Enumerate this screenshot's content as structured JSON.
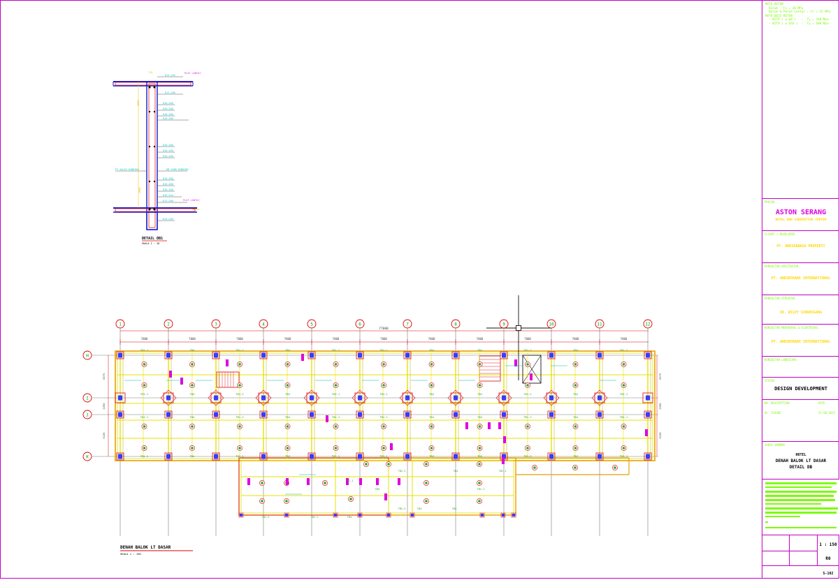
{
  "notes": {
    "line1": "MUTU BETON  :",
    "line2": "  Kolom : Fc = 30 MPa",
    "line3": "  Balok & Pelat Lantai : Fc = 25 MPa",
    "line4": "MUTU BESI BETON   :",
    "line5": "  - BJTP ( ≤ ø8 )   :  fy = 240 Mpa",
    "line6": "  - BJTD ( ≥ D10 )  :  fy = 400 Mpa"
  },
  "title_block": {
    "project_label": "PROYEK",
    "project_name": "ASTON SERANG",
    "project_sub": "HOTEL AND CONVENTION CENTER",
    "client_label": "CLIENT / DEVELOPER",
    "client_name": "PT. ANDIKABAGA PROPERTI",
    "architect_label": "KONSULTAN ARSITEKTUR",
    "architect_name": "PT. ANDIKPRAKE INTERNATIONAL",
    "structure_label": "KONSULTAN STRUKTUR",
    "structure_name": "IR. WILEY SINURIGANG",
    "mep_label": "KONSULTAN MEKANIKAL & ELEKTRIKAL",
    "mep_name": "PT. ANDIKPRAKE INTERNATIONAL",
    "landscape_label": "KONSULTAN LANDSCAPE",
    "status_label": "STATUS",
    "status_value": "DESIGN DEVELOPMENT",
    "rev_no_label": "NO",
    "rev_desc_label": "DESCRIPTION",
    "rev_date_label": "DATE",
    "rev_no": "01",
    "rev_desc": "ISSUED",
    "rev_date": "21-08-2015",
    "drawing_title_label": "JUDUL GAMBAR",
    "drawing_title_1": "HOTEL",
    "drawing_title_2": "DENAH BALOK LT DASAR",
    "drawing_title_3": "DETAIL DB",
    "scale_value": "1 : 150",
    "rev_code": "R0",
    "sheet_no": "S-102"
  },
  "detail": {
    "title": "DETAIL DB1",
    "scale": "SKALA  1 : 20"
  },
  "plan": {
    "title": "DENAH BALOK LT DASAR",
    "scale": "SKALA  1 : 150",
    "overall_dim": "77000",
    "bay_dims": [
      "7000",
      "7000",
      "7000",
      "7000",
      "7000",
      "7000",
      "7000",
      "7000",
      "7000",
      "7000",
      "7000"
    ],
    "cols": [
      "1",
      "2",
      "3",
      "4",
      "5",
      "6",
      "7",
      "8",
      "9",
      "10",
      "11",
      "12"
    ],
    "rows": [
      "H",
      "I",
      "J",
      "K"
    ],
    "row_dims": [
      "5375",
      "2250",
      "5125"
    ],
    "right_dims": [
      "5375",
      "2250",
      "5125"
    ],
    "beam_labels": [
      "TB1-1",
      "TB4",
      "TB1-2",
      "TB4",
      "TB1-1",
      "TB1-1",
      "TB4",
      "TB4",
      "TB1-2",
      "TB4",
      "TB1-1",
      "TB1-2"
    ]
  }
}
